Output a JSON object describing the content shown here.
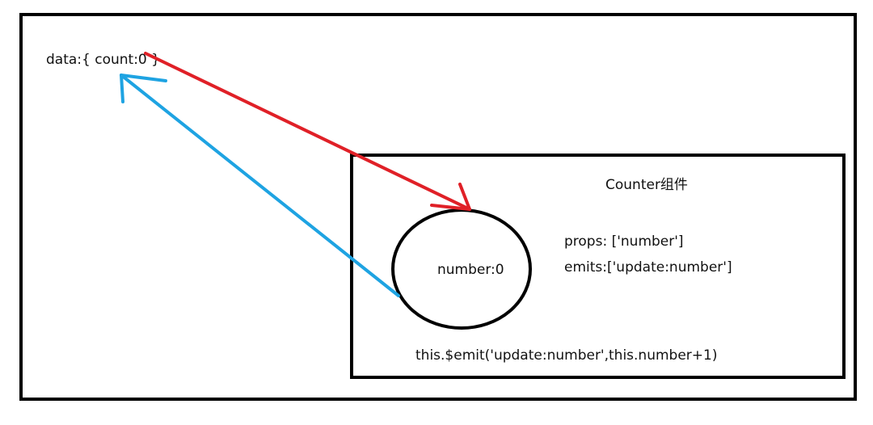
{
  "parent": {
    "data_text": "data:{ count:0 }"
  },
  "component": {
    "title": "Counter组件",
    "props_text": "props: ['number']",
    "emits_text": "emits:['update:number']",
    "prop_value_text": "number:0",
    "emit_call_text": "this.$emit('update:number',this.number+1)"
  },
  "colors": {
    "down_arrow": "#e02027",
    "up_arrow": "#1ea3e2",
    "frame": "#000000"
  }
}
